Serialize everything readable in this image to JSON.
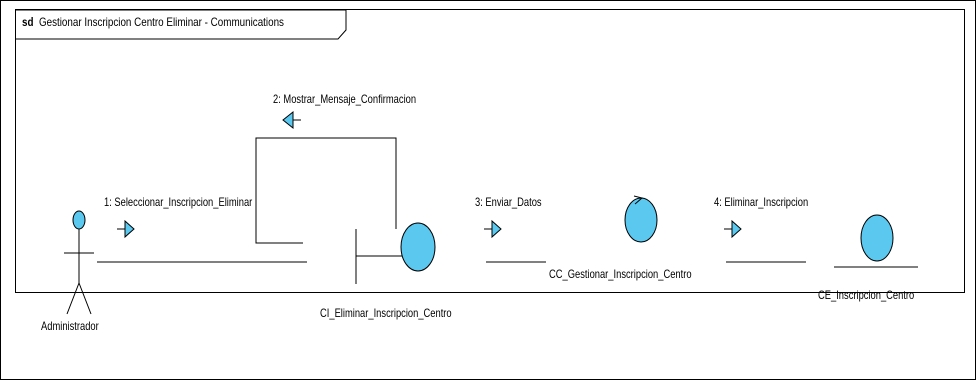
{
  "frame": {
    "keyword": "sd",
    "title": "Gestionar Inscripcion Centro Eliminar - Communications"
  },
  "actors": [
    {
      "name": "Administrador",
      "icon": "actor-icon"
    }
  ],
  "objects": [
    {
      "name": "CI_Eliminar_Inscripcion_Centro",
      "stereotype": "boundary",
      "icon": "boundary-icon"
    },
    {
      "name": "CC_Gestionar_Inscripcion_Centro",
      "stereotype": "control",
      "icon": "control-icon"
    },
    {
      "name": "CE_Inscripcion_Centro",
      "stereotype": "entity",
      "icon": "entity-icon"
    }
  ],
  "messages": [
    {
      "label": "1: Seleccionar_Inscripcion_Eliminar"
    },
    {
      "label": "2: Mostrar_Mensaje_Confirmacion"
    },
    {
      "label": "3: Enviar_Datos"
    },
    {
      "label": "4: Eliminar_Inscripcion"
    }
  ],
  "colors": {
    "element_fill": "#5bc8f0",
    "line": "#000000"
  }
}
